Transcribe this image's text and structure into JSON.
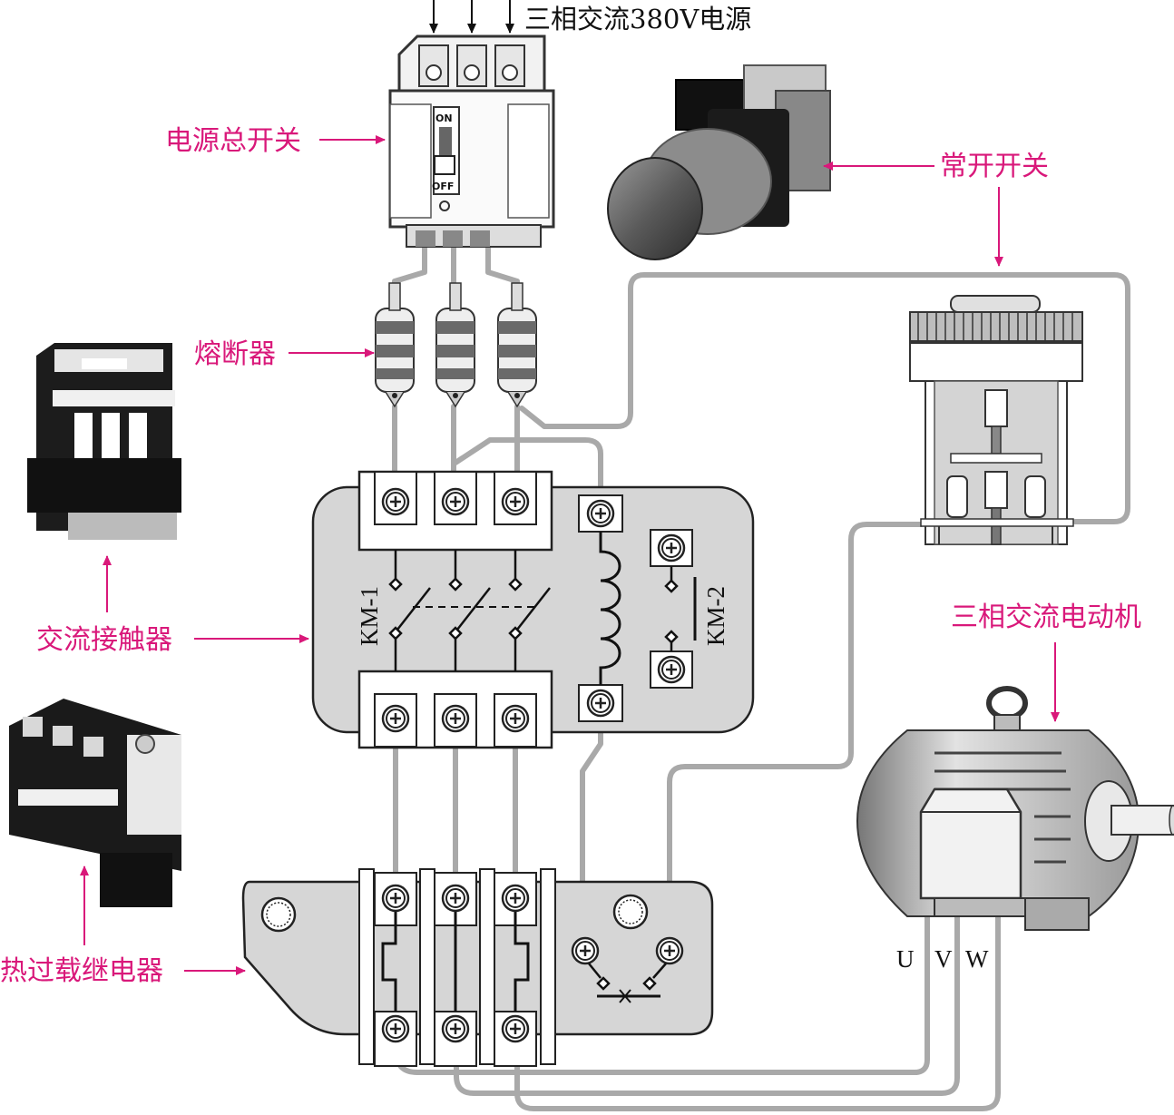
{
  "diagram": {
    "labels": {
      "power_source": "三相交流380V电源",
      "main_switch": "电源总开关",
      "normally_open_switch": "常开开关",
      "fuse": "熔断器",
      "contactor": "交流接触器",
      "thermal_relay": "热过载继电器",
      "motor": "三相交流电动机",
      "km1": "KM-1",
      "km2": "KM-2",
      "breaker_on": "ON",
      "breaker_off": "OFF",
      "terminal_u": "U",
      "terminal_v": "V",
      "terminal_w": "W"
    },
    "colors": {
      "label_magenta": "#d9187a",
      "wire_gray": "#a9a9a9",
      "panel_gray": "#d6d6d6",
      "outline": "#222222"
    }
  }
}
